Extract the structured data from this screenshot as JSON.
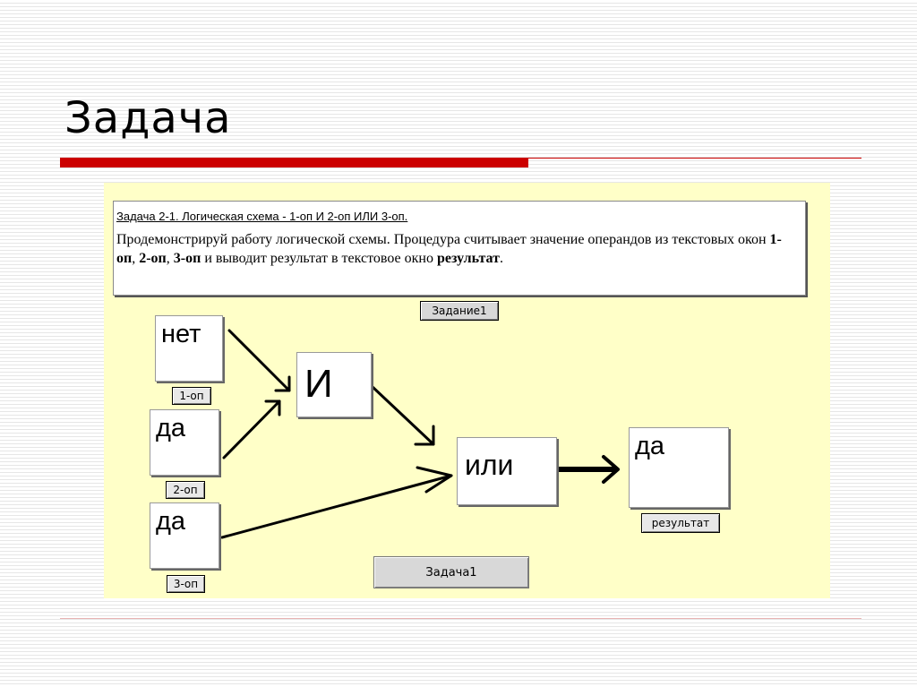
{
  "slide": {
    "title": "Задача"
  },
  "task": {
    "heading": "Задача 2-1. Логическая схема - 1-оп И 2-оп ИЛИ 3-оп.",
    "desc_1": "Продемонстрируй работу логической схемы. Процедура считывает значение операндов из текстовых окон ",
    "op1_bold": "1-оп",
    "sep1": ", ",
    "op2_bold": "2-оп",
    "sep2": ", ",
    "op3_bold": "3-оп",
    "desc_2": " и выводит результат в текстовое окно ",
    "result_bold": "результат",
    "desc_end": "."
  },
  "buttons": {
    "zadanie": "Задание1",
    "zadacha": "Задача1"
  },
  "operands": [
    {
      "value": "нет",
      "label": "1-оп"
    },
    {
      "value": "да",
      "label": "2-оп"
    },
    {
      "value": "да",
      "label": "3-оп"
    }
  ],
  "gates": {
    "and": "И",
    "or": "ИЛИ"
  },
  "result": {
    "value": "да",
    "label": "результат"
  }
}
